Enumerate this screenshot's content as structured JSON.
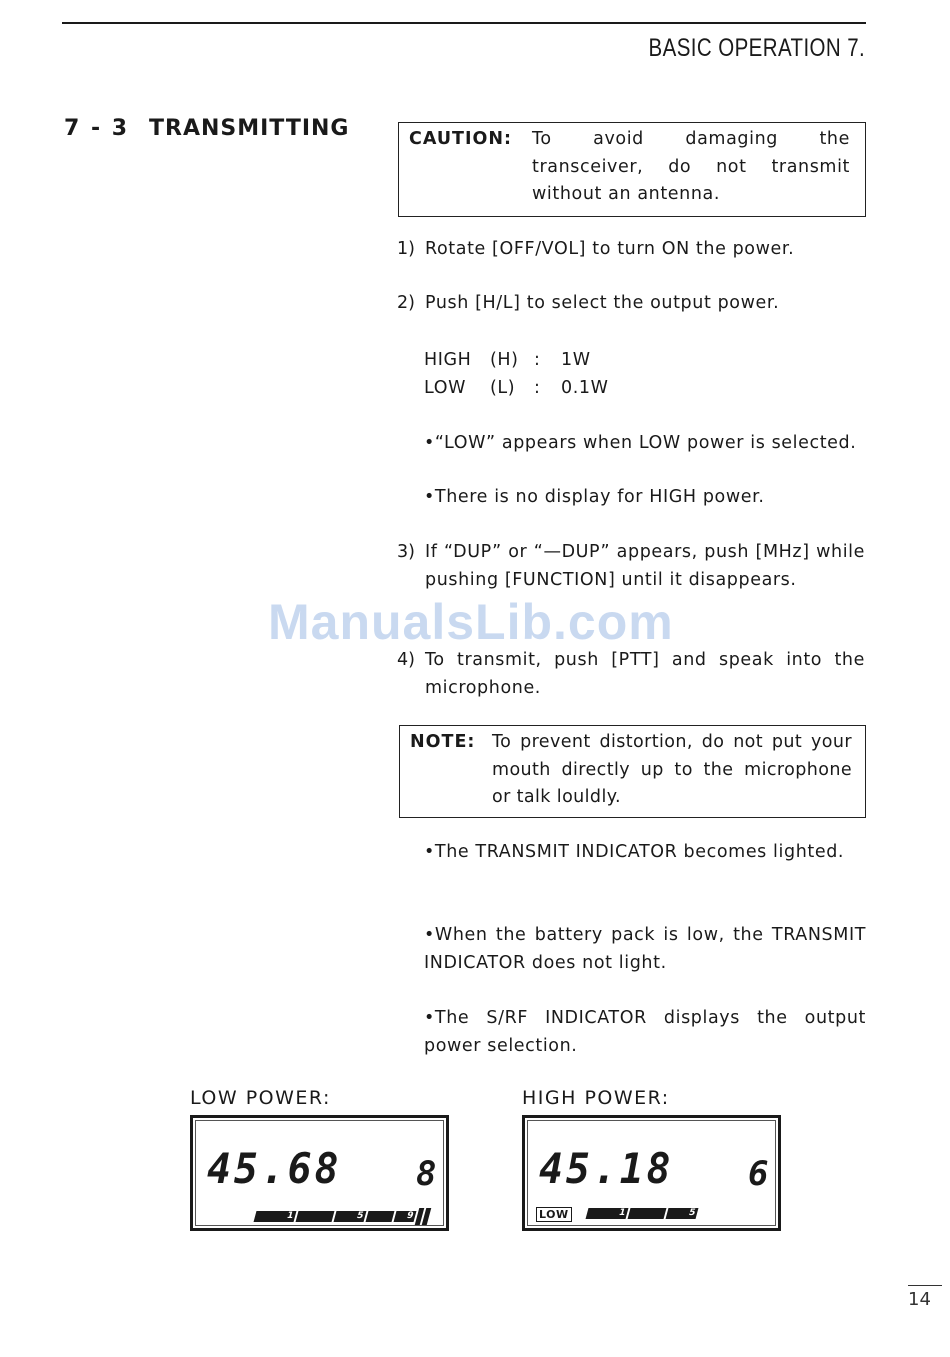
{
  "header": {
    "title": "BASIC OPERATION 7."
  },
  "section": {
    "number": "7 - 3",
    "title": "TRANSMITTING"
  },
  "caution": {
    "label": "CAUTION:",
    "text": "To avoid damaging the transceiver, do not transmit without an antenna."
  },
  "steps": [
    {
      "num": "1)",
      "text": "Rotate [OFF/VOL] to turn ON the power."
    },
    {
      "num": "2)",
      "text": "Push [H/L] to select the output power."
    },
    {
      "num": "3)",
      "text": "If “DUP” or “—DUP” appears, push [MHz] while pushing [FUNCTION] until it disappears."
    },
    {
      "num": "4)",
      "text": "To transmit, push [PTT] and speak into the microphone."
    }
  ],
  "power_table": [
    {
      "name": "HIGH",
      "code": "(H)",
      "sep": ":",
      "value": "1W"
    },
    {
      "name": "LOW",
      "code": "(L)",
      "sep": ":",
      "value": "0.1W"
    }
  ],
  "power_bullets": [
    "•“LOW” appears when LOW power is selected.",
    "•There is no display for HIGH power."
  ],
  "note": {
    "label": "NOTE:",
    "text": "To prevent distortion, do not put your mouth directly up to the microphone or talk louldly."
  },
  "tx_bullets": [
    "•The TRANSMIT INDICATOR becomes lighted.",
    "•When the battery pack is low, the TRANSMIT INDICATOR does not light.",
    "•The S/RF INDICATOR displays the output power selection."
  ],
  "watermark": "ManualsLib.com",
  "displays": [
    {
      "label": "LOW POWER:",
      "frequency": "45.68",
      "channel": "8",
      "meter_marks": [
        "1",
        "5",
        "9"
      ],
      "badge": ""
    },
    {
      "label": "HIGH POWER:",
      "frequency": "45.18",
      "channel": "6",
      "meter_marks": [
        "1",
        "5"
      ],
      "badge": "LOW"
    }
  ],
  "page_number": "14"
}
